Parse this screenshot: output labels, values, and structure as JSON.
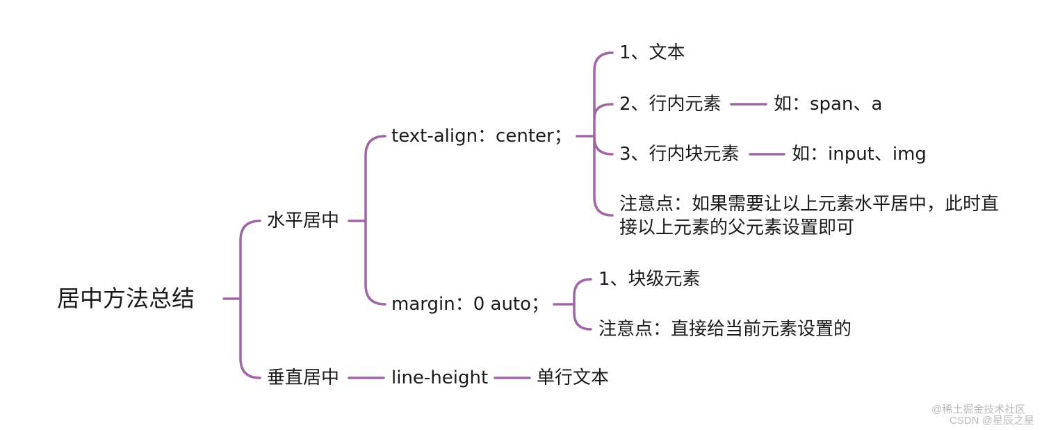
{
  "colors": {
    "connector": "#a066a6",
    "text": "#1a1a1a",
    "watermark": "#b9b9b9"
  },
  "mindmap": {
    "root": "居中方法总结",
    "horizontal": {
      "label": "水平居中",
      "text_align": {
        "label": "text-align：center；",
        "item1": "1、文本",
        "item2": "2、行内元素",
        "item2_example": "如：span、a",
        "item3": "3、行内块元素",
        "item3_example": "如：input、img",
        "note_line1": "注意点：如果需要让以上元素水平居中，此时直",
        "note_line2": "接以上元素的父元素设置即可"
      },
      "margin": {
        "label": "margin：0 auto；",
        "item1": "1、块级元素",
        "note": "注意点：直接给当前元素设置的"
      }
    },
    "vertical": {
      "label": "垂直居中",
      "line_height": "line-height",
      "single_line": "单行文本"
    }
  },
  "watermarks": {
    "top": "@稀土掘金技术社区",
    "bottom": "CSDN @星辰之星"
  }
}
